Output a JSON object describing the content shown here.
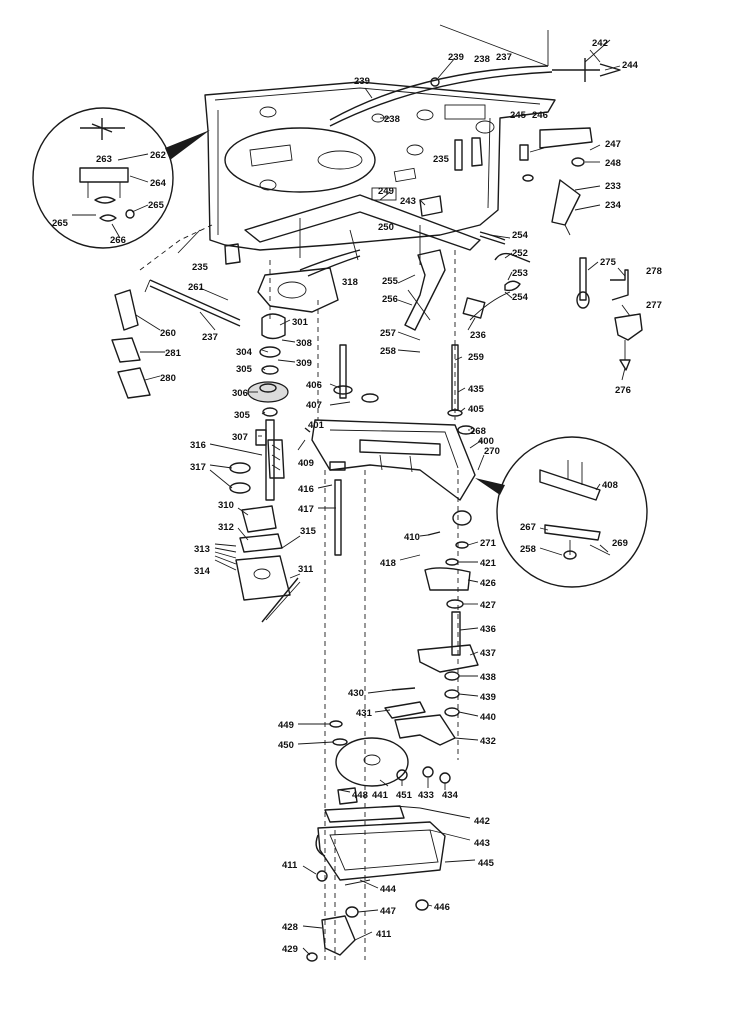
{
  "labels": {
    "l242": "242",
    "l244": "244",
    "l239a": "239",
    "l238a": "238",
    "l237": "237",
    "l239b": "239",
    "l238b": "238",
    "l245": "245",
    "l246": "246",
    "l247": "247",
    "l248": "248",
    "l233": "233",
    "l234": "234",
    "l235a": "235",
    "l249": "249",
    "l243": "243",
    "l262": "262",
    "l263": "263",
    "l264": "264",
    "l265a": "265",
    "l265b": "265",
    "l266": "266",
    "l250": "250",
    "l254a": "254",
    "l252": "252",
    "l253": "253",
    "l254b": "254",
    "l275": "275",
    "l276": "276",
    "l277": "277",
    "l278": "278",
    "l235b": "235",
    "l318": "318",
    "l255": "255",
    "l256": "256",
    "l236": "236",
    "l261": "261",
    "l260": "260",
    "l281": "281",
    "l237b": "237",
    "l280": "280",
    "l301": "301",
    "l308": "308",
    "l304": "304",
    "l309": "309",
    "l305a": "305",
    "l306": "306",
    "l305b": "305",
    "l257": "257",
    "l258a": "258",
    "l259": "259",
    "l406": "406",
    "l407": "407",
    "l401": "401",
    "l435": "435",
    "l405": "405",
    "l268": "268",
    "l307": "307",
    "l316": "316",
    "l317": "317",
    "l409": "409",
    "l416": "416",
    "l400": "400",
    "l270": "270",
    "l408": "408",
    "l310": "310",
    "l417": "417",
    "l312": "312",
    "l315": "315",
    "l267": "267",
    "l258b": "258",
    "l269": "269",
    "l313": "313",
    "l314": "314",
    "l311": "311",
    "l410": "410",
    "l271": "271",
    "l418": "418",
    "l421": "421",
    "l426": "426",
    "l427": "427",
    "l436": "436",
    "l437": "437",
    "l438": "438",
    "l439": "439",
    "l440": "440",
    "l430": "430",
    "l431": "431",
    "l449": "449",
    "l450": "450",
    "l432": "432",
    "l448": "448",
    "l441": "441",
    "l451": "451",
    "l433": "433",
    "l434": "434",
    "l442": "442",
    "l443": "443",
    "l411a": "411",
    "l445": "445",
    "l444": "444",
    "l447": "447",
    "l446": "446",
    "l428": "428",
    "l411b": "411",
    "l429": "429"
  }
}
